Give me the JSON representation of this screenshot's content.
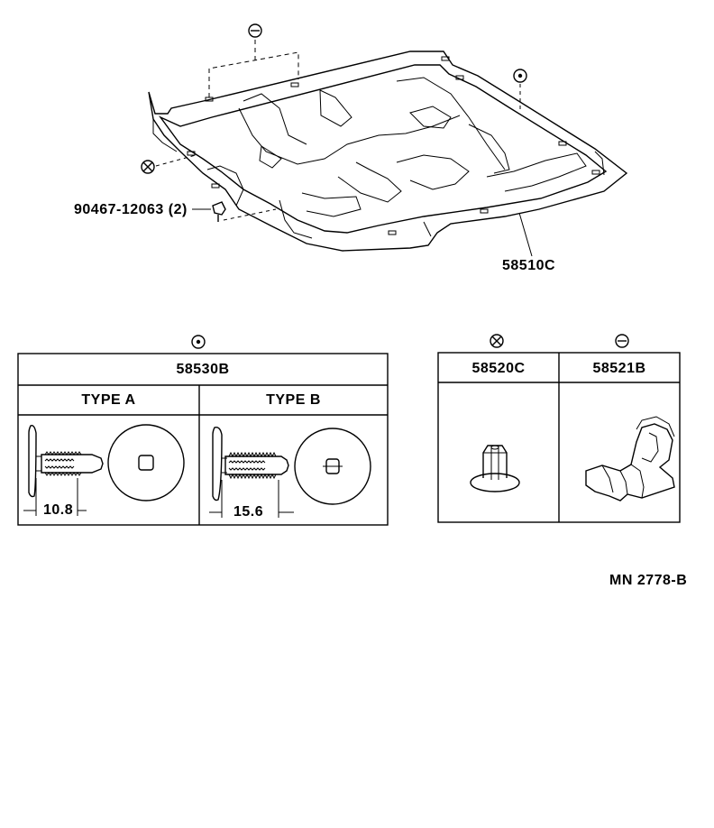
{
  "main_assembly": {
    "part_number": "58510C",
    "fastener_callout": "90467-12063 (2)",
    "symbols": {
      "clip_a_symbol": "circle-minus",
      "clip_b_symbol": "circle-dot",
      "clip_c_symbol": "circle-x"
    }
  },
  "table_left": {
    "symbol": "circle-dot",
    "header": "58530B",
    "columns": [
      "TYPE  A",
      "TYPE  B"
    ],
    "dimensions": [
      "10.8",
      "15.6"
    ]
  },
  "table_right": {
    "columns": [
      {
        "symbol": "circle-x",
        "header": "58520C"
      },
      {
        "symbol": "circle-minus",
        "header": "58521B"
      }
    ]
  },
  "footer": {
    "diagram_code": "MN  2778-B"
  }
}
